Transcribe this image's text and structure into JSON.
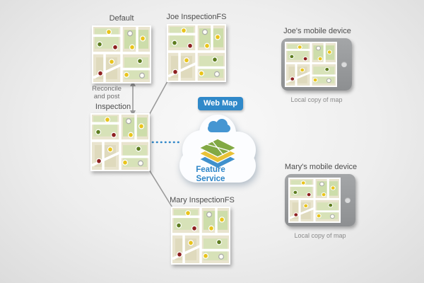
{
  "diagram": {
    "default": {
      "label": "Default"
    },
    "inspection": {
      "label": "Inspection"
    },
    "joe_fs": {
      "label": "Joe InspectionFS"
    },
    "mary_fs": {
      "label": "Mary InspectionFS"
    },
    "reconcile": {
      "line1": "Reconcile",
      "line2": "and post"
    },
    "cloud": {
      "badge": "Web Map",
      "service_line1": "Feature",
      "service_line2": "Service"
    },
    "joe_device": {
      "label": "Joe's mobile device",
      "caption": "Local copy of map"
    },
    "mary_device": {
      "label": "Mary's mobile device",
      "caption": "Local copy of map"
    }
  },
  "icons": {
    "cloud": "cloud-shape",
    "arcgis_cloud": "small-blue-cloud",
    "layers": "stacked-map-layers",
    "map_thumbnail": "street-map-tile",
    "tablet": "tablet-device",
    "home_button": "circle-button",
    "reconcile_arrow": "double-headed-vertical-arrow",
    "sync_link": "dotted-blue-line"
  },
  "colors": {
    "accent_blue": "#2e86c8",
    "badge_blue": "#3089c9",
    "connector_gray": "#9b9b9b",
    "label_color": "#4d4d4d",
    "caption_color": "#8a8a8a",
    "bg_from": "#f9f9f9",
    "bg_to": "#dcdcdc"
  }
}
